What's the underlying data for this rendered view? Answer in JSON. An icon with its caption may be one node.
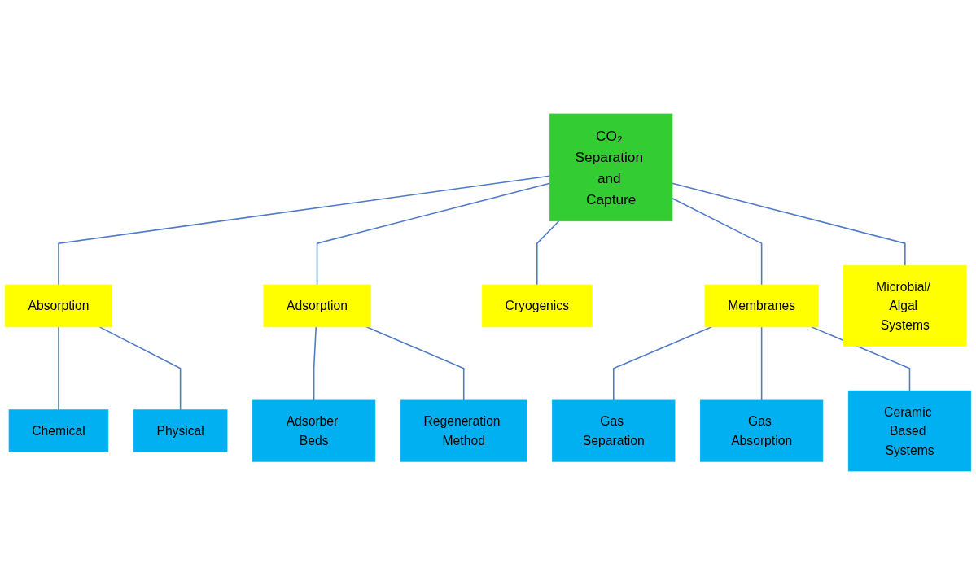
{
  "diagram": {
    "nodes": [
      {
        "text": [
          "CO₂ Separation and Capture"
        ]
      },
      {
        "text": [
          "Absorption"
        ]
      },
      {
        "text": [
          "Adsorption"
        ]
      },
      {
        "text": [
          "Cryogenics"
        ]
      },
      {
        "text": [
          "Membranes"
        ]
      },
      {
        "text": [
          "Microbial/ Algal Systems"
        ]
      },
      {
        "text": [
          "Chemical"
        ]
      },
      {
        "text": [
          "Physical"
        ]
      },
      {
        "text": [
          "Adsorber Beds"
        ]
      },
      {
        "text": [
          "Regeneration Method"
        ]
      },
      {
        "text": [
          "Gas Separation"
        ]
      },
      {
        "text": [
          "Gas Absorption"
        ]
      },
      {
        "text": [
          "Ceramic Based Systems"
        ]
      }
    ],
    "edges": [
      {
        "from": 0,
        "to": 1,
        "arrow": "none"
      },
      {
        "from": 0,
        "to": 2,
        "arrow": "none"
      },
      {
        "from": 0,
        "to": 3,
        "arrow": "none"
      },
      {
        "from": 0,
        "to": 4,
        "arrow": "none"
      },
      {
        "from": 0,
        "to": 5,
        "arrow": "none"
      },
      {
        "from": 1,
        "to": 6,
        "arrow": "none"
      },
      {
        "from": 1,
        "to": 7,
        "arrow": "none"
      },
      {
        "from": 2,
        "to": 8,
        "arrow": "none"
      },
      {
        "from": 2,
        "to": 9,
        "arrow": "none"
      },
      {
        "from": 4,
        "to": 10,
        "arrow": "none"
      },
      {
        "from": 4,
        "to": 11,
        "arrow": "none"
      },
      {
        "from": 4,
        "to": 12,
        "arrow": "none"
      }
    ]
  }
}
